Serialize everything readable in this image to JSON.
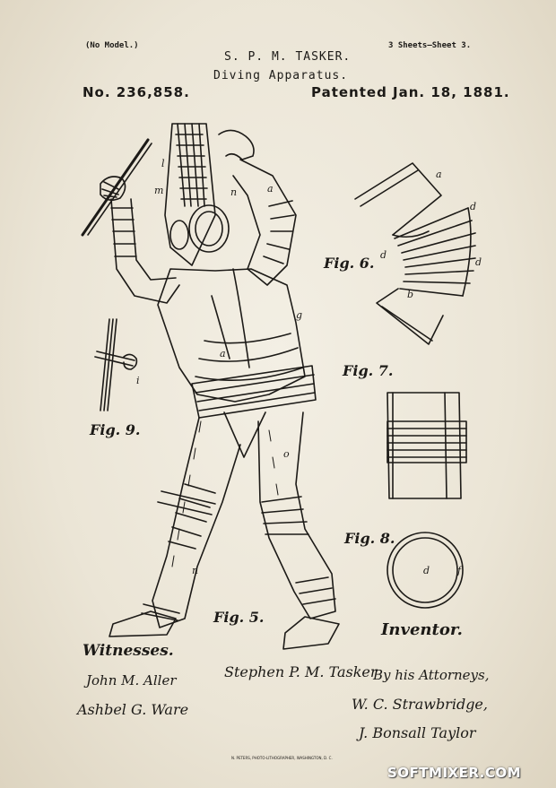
{
  "header": {
    "model_note": "(No Model.)",
    "sheets": "3 Sheets—Sheet 3.",
    "inventor_name": "S. P. M. TASKER.",
    "subject": "Diving Apparatus.",
    "patent_number": "No. 236,858.",
    "patent_date": "Patented Jan. 18, 1881."
  },
  "figures": {
    "fig5": "Fig. 5.",
    "fig6": "Fig. 6.",
    "fig7": "Fig. 7.",
    "fig8": "Fig. 8.",
    "fig9": "Fig. 9."
  },
  "footer": {
    "witnesses_label": "Witnesses.",
    "inventor_label": "Inventor.",
    "inventor_signature": "Stephen P. M. Tasker",
    "attorneys_text": "By his Attorneys,",
    "attorney_1": "W. C. Strawbridge,",
    "attorney_2": "J. Bonsall Taylor",
    "witness_1": "John M. Aller",
    "witness_2": "Ashbel G. Ware",
    "engraver_note": "N. PETERS, PHOTO-LITHOGRAPHER, WASHINGTON, D. C."
  },
  "watermark": "SOFTMIXER.COM"
}
